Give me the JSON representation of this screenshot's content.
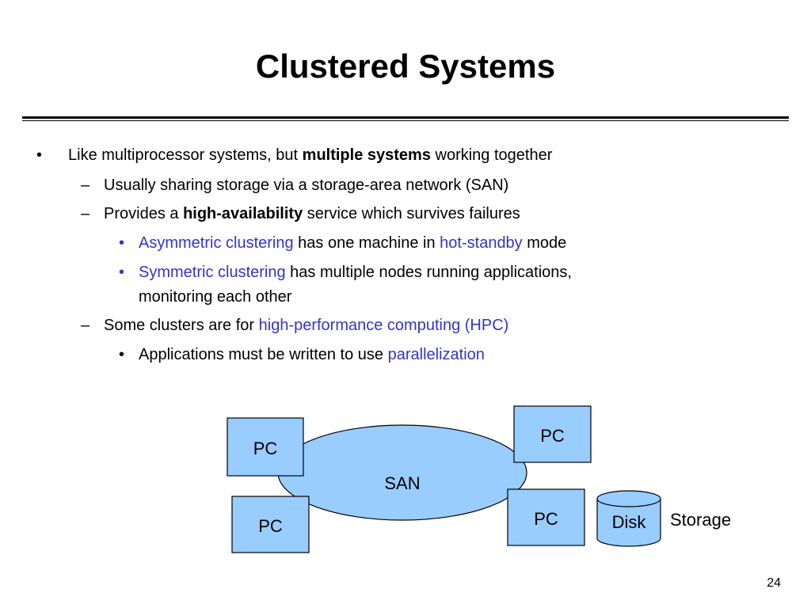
{
  "title": "Clustered Systems",
  "bullets": {
    "b1": {
      "marker": "•",
      "prefix": "Like multiprocessor systems, but ",
      "bold": "multiple systems",
      "suffix": " working together"
    },
    "b1_1": {
      "marker": "–",
      "text": "Usually sharing storage via a storage-area network (SAN)"
    },
    "b1_2": {
      "marker": "–",
      "prefix": "Provides a ",
      "bold": "high-availability",
      "suffix": " service which survives failures"
    },
    "b1_2_1": {
      "marker": "•",
      "blue1": "Asymmetric clustering",
      "mid": " has one machine in ",
      "blue2": "hot-standby",
      "suffix": " mode"
    },
    "b1_2_2": {
      "marker": "•",
      "blue1": "Symmetric clustering",
      "suffix": " has multiple nodes running applications,",
      "line2": "monitoring each other"
    },
    "b1_3": {
      "marker": "–",
      "prefix": "Some clusters are for ",
      "blue": "high-performance computing (HPC)"
    },
    "b1_3_1": {
      "marker": "•",
      "prefix": "Applications must be written to use ",
      "blue": "parallelization"
    }
  },
  "diagram": {
    "san_label": "SAN",
    "pc_label": "PC",
    "disk_label": "Disk",
    "storage_label": "Storage",
    "fill_color": "#99ccff",
    "stroke_color": "#000000"
  },
  "slide_number": "24",
  "colors": {
    "link_blue": "#3333cc"
  }
}
